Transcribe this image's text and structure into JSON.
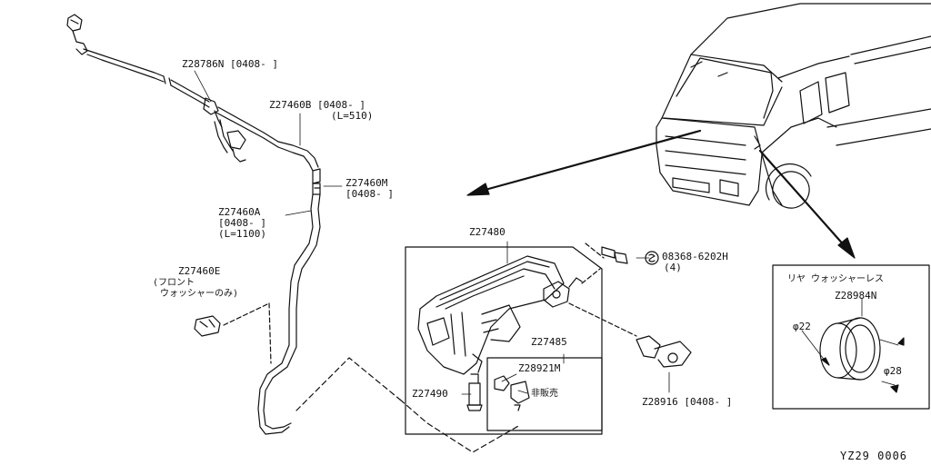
{
  "labels": {
    "z28786n": "Z28786N",
    "z28786n_date": "[0408- ]",
    "z27460b": "Z27460B",
    "z27460b_date": "[0408- ]",
    "z27460b_len": "(L=510)",
    "z27460m": "Z27460M",
    "z27460m_date": "[0408- ]",
    "z27460a": "Z27460A",
    "z27460a_date": "[0408- ]",
    "z27460a_len": "(L=1100)",
    "z27460e": "Z27460E",
    "z27460e_note1": "(フロント",
    "z27460e_note2": "ウォッシャーのみ)",
    "z27480": "Z27480",
    "z27485": "Z27485",
    "z28921m": "Z28921M",
    "z27490": "Z27490",
    "not_sold": "非販売",
    "s08368": "08368-6202H",
    "s08368_qty": "(4)",
    "z28916": "Z28916",
    "z28916_date": "[0408- ]",
    "rear_title": "リヤ  ウォッシャーレス",
    "z28984n": "Z28984N",
    "dia22": "φ22",
    "dia28": "φ28",
    "diagram_code": "YZ29 0006"
  },
  "colors": {
    "ink": "#111111",
    "paper": "#ffffff"
  }
}
